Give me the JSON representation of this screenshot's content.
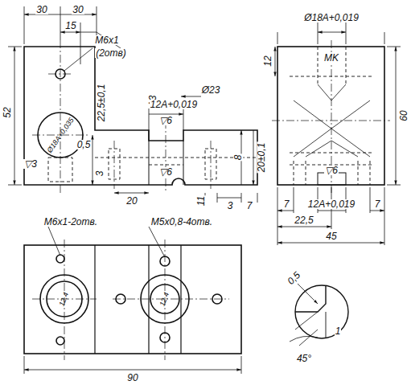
{
  "diagram": {
    "labels": [
      "30",
      "30",
      "15",
      "M6x1",
      "(2отв)",
      "52",
      "22,5±0,1",
      "Ø18A+0,035",
      "0,5",
      "▽3",
      "3",
      "Ø23",
      "Δ3",
      "12A+0,019",
      "▽6",
      "▽6",
      "20",
      "11",
      "3",
      "7",
      "8",
      "20±0,1",
      "Ø18A+0,019",
      "12",
      "MK",
      "60",
      "7",
      "12A+0,019",
      "▽6",
      "7",
      "22,5",
      "45",
      "M6x1-2отв.",
      "M5x0,8-4отв.",
      "12,4",
      "12,4",
      "90",
      "0,5",
      "1",
      "45°"
    ]
  }
}
